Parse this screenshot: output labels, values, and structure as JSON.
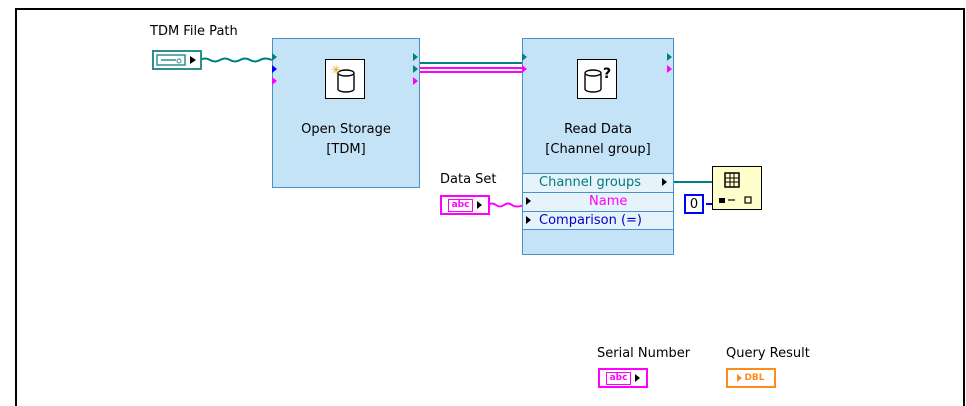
{
  "controls": {
    "tdm_file_path": "TDM File Path",
    "data_set": "Data Set",
    "serial_number": "Serial Number",
    "query_result": "Query Result",
    "string_badge": "abc",
    "dbl_badge": "DBL"
  },
  "open_storage": {
    "line1": "Open Storage",
    "line2": "[TDM]"
  },
  "read_data": {
    "line1": "Read Data",
    "line2": "[Channel group]",
    "properties": [
      "Channel groups",
      "Name",
      "Comparison (=)"
    ]
  },
  "index_constant": "0",
  "colors": {
    "node_fill": "#c5e3f7",
    "node_border": "#4a90c9",
    "refnum_wire": "#008080",
    "string_wire": "#ff00ff",
    "path_control": "#2f8f8f",
    "dbl_indicator": "#ff8c1a",
    "index_blue": "#0000ff"
  },
  "icons": [
    "path-control-icon",
    "open-storage-icon",
    "read-data-icon",
    "index-array-icon",
    "string-control-icon",
    "dbl-indicator-icon"
  ]
}
